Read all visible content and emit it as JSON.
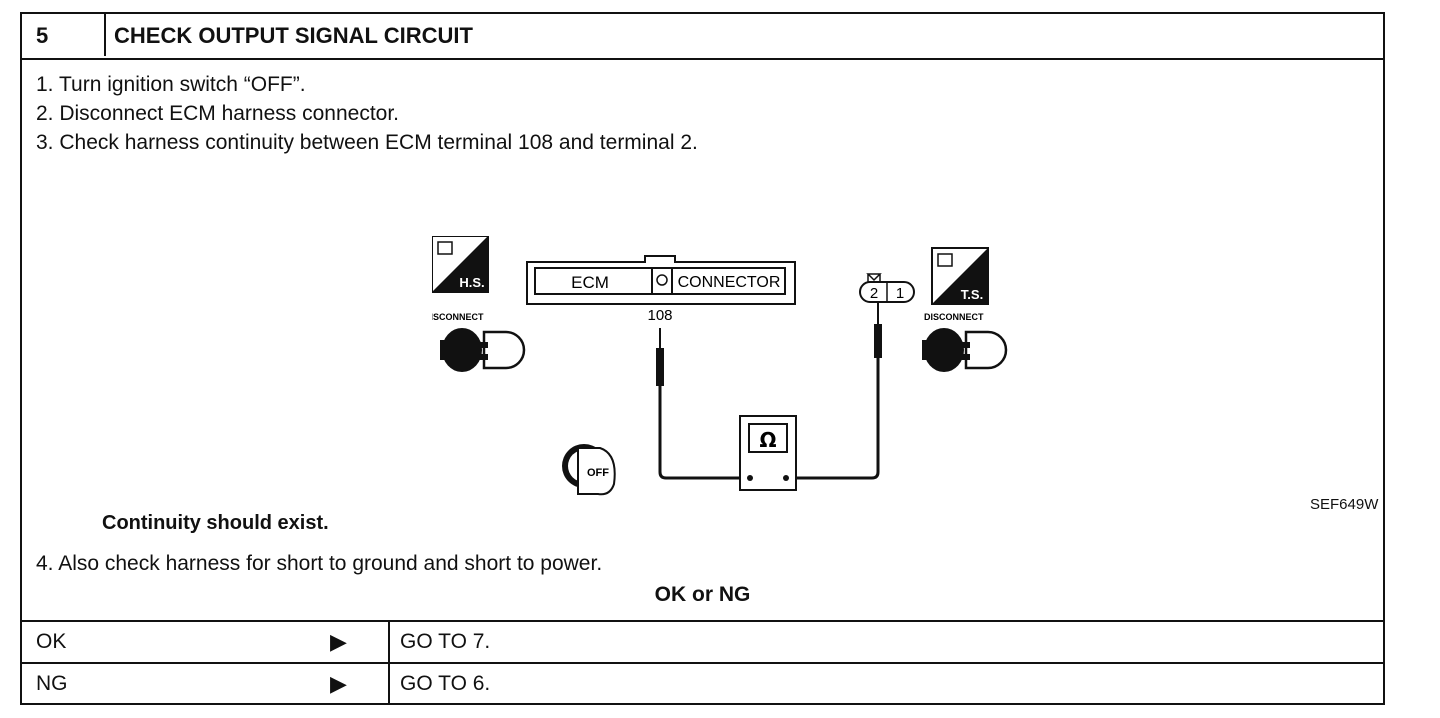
{
  "header": {
    "step_number": "5",
    "title": "CHECK OUTPUT SIGNAL CIRCUIT"
  },
  "steps": [
    "1.  Turn ignition switch “OFF”.",
    "2.  Disconnect ECM harness connector.",
    "3.  Check harness continuity between ECM terminal 108 and terminal 2."
  ],
  "diagram": {
    "hs_label": "H.S.",
    "ts_label": "T.S.",
    "disconnect_left": "DISCONNECT",
    "disconnect_right": "DISCONNECT",
    "ecm_label": "ECM",
    "connector_label": "CONNECTOR",
    "terminal_108": "108",
    "terminal_2": "2",
    "terminal_1": "1",
    "meter_symbol": "Ω",
    "key_label": "OFF",
    "figure_id": "SEF649W"
  },
  "continuity_note": "Continuity should exist.",
  "step4": "4.  Also check harness for short to ground and short to power.",
  "okng_title": "OK or NG",
  "results": [
    {
      "label": "OK",
      "arrow": "▶",
      "action": "GO TO 7."
    },
    {
      "label": "NG",
      "arrow": "▶",
      "action": "GO TO 6."
    }
  ]
}
